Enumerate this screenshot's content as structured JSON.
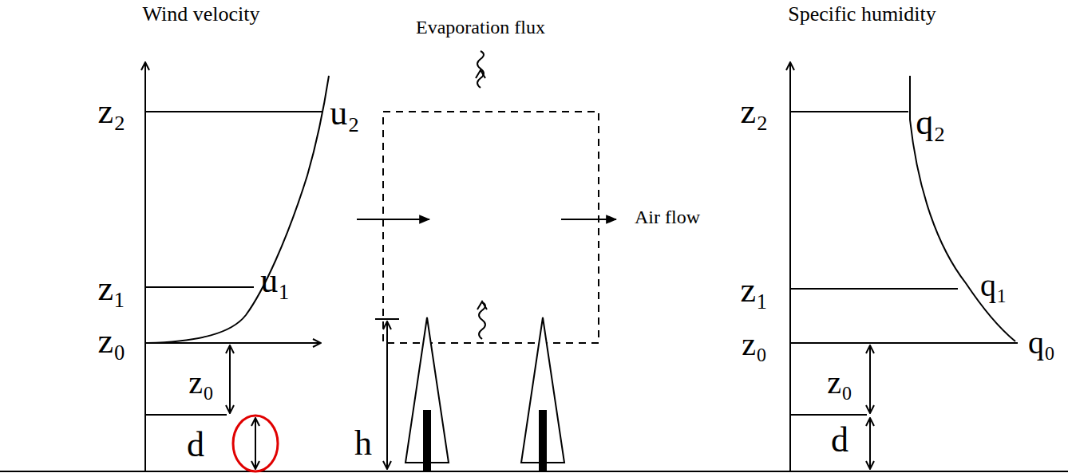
{
  "diagram": {
    "labels": [
      "Wind velocity",
      "z₂",
      "u₂",
      "z₁",
      "u₁",
      "z₀",
      "z₀",
      "d",
      "Evaporation flux",
      "Air flow",
      "h",
      "Specific humidity",
      "z₂",
      "q₂",
      "z₁",
      "q₁",
      "z₀",
      "q₀",
      "z₀",
      "d"
    ]
  }
}
